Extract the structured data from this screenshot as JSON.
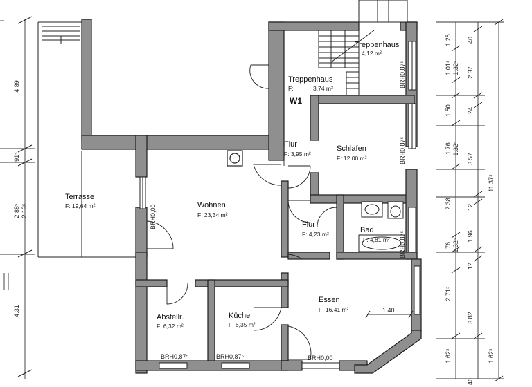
{
  "rooms": {
    "treppenhaus_oben": {
      "name": "Treppenhaus",
      "area": "4,12 m²"
    },
    "treppenhaus": {
      "name": "Treppenhaus",
      "area_prefix": "F:",
      "area": "3,74 m²"
    },
    "flur_oben": {
      "name": "Flur",
      "area": "F: 3,95 m²"
    },
    "schlafen": {
      "name": "Schlafen",
      "area": "F: 12,00 m²"
    },
    "terrasse": {
      "name": "Terrasse",
      "area": "F: 19,64 m²"
    },
    "wohnen": {
      "name": "Wohnen",
      "area": "F: 23,34 m²"
    },
    "flur_unten": {
      "name": "Flur",
      "area": "F: 4,23 m²"
    },
    "bad": {
      "name": "Bad",
      "area": "F: 4,81 m²"
    },
    "essen": {
      "name": "Essen",
      "area": "F: 16,41 m²"
    },
    "abstellr": {
      "name": "Abstellr.",
      "area": "F: 6,32 m²"
    },
    "kueche": {
      "name": "Küche",
      "area": "F: 6,35 m²"
    }
  },
  "window_label": "W1",
  "brh_labels": {
    "treppenhaus": "BRH0,87⁵",
    "schlafen": "BRH0,87⁵",
    "bad": "BRH0,87⁵",
    "wohnen": "BRH0,00",
    "abstellr": "BRH0,87⁵",
    "kueche": "BRH0,87⁵",
    "essen": "BRH0,00"
  },
  "inner_dimension": "1.40",
  "left_dimensions": [
    "4.89",
    "91⁵",
    "2.88⁵",
    "2.13⁵",
    "4.31"
  ],
  "right_dimensions": {
    "col1": [
      "1.25",
      "1.01⁵",
      "1.32⁵",
      "1.50",
      "1.76",
      "1.32⁵",
      "2.38",
      "76",
      "1.32⁵",
      "2.71⁵",
      "3.82",
      "1.62⁵"
    ],
    "col2": [
      "40",
      "2.37",
      "24",
      "3.57",
      "12",
      "1.96",
      "12",
      "1.62⁵",
      "40"
    ],
    "col3": [
      "11.37⁵"
    ]
  }
}
